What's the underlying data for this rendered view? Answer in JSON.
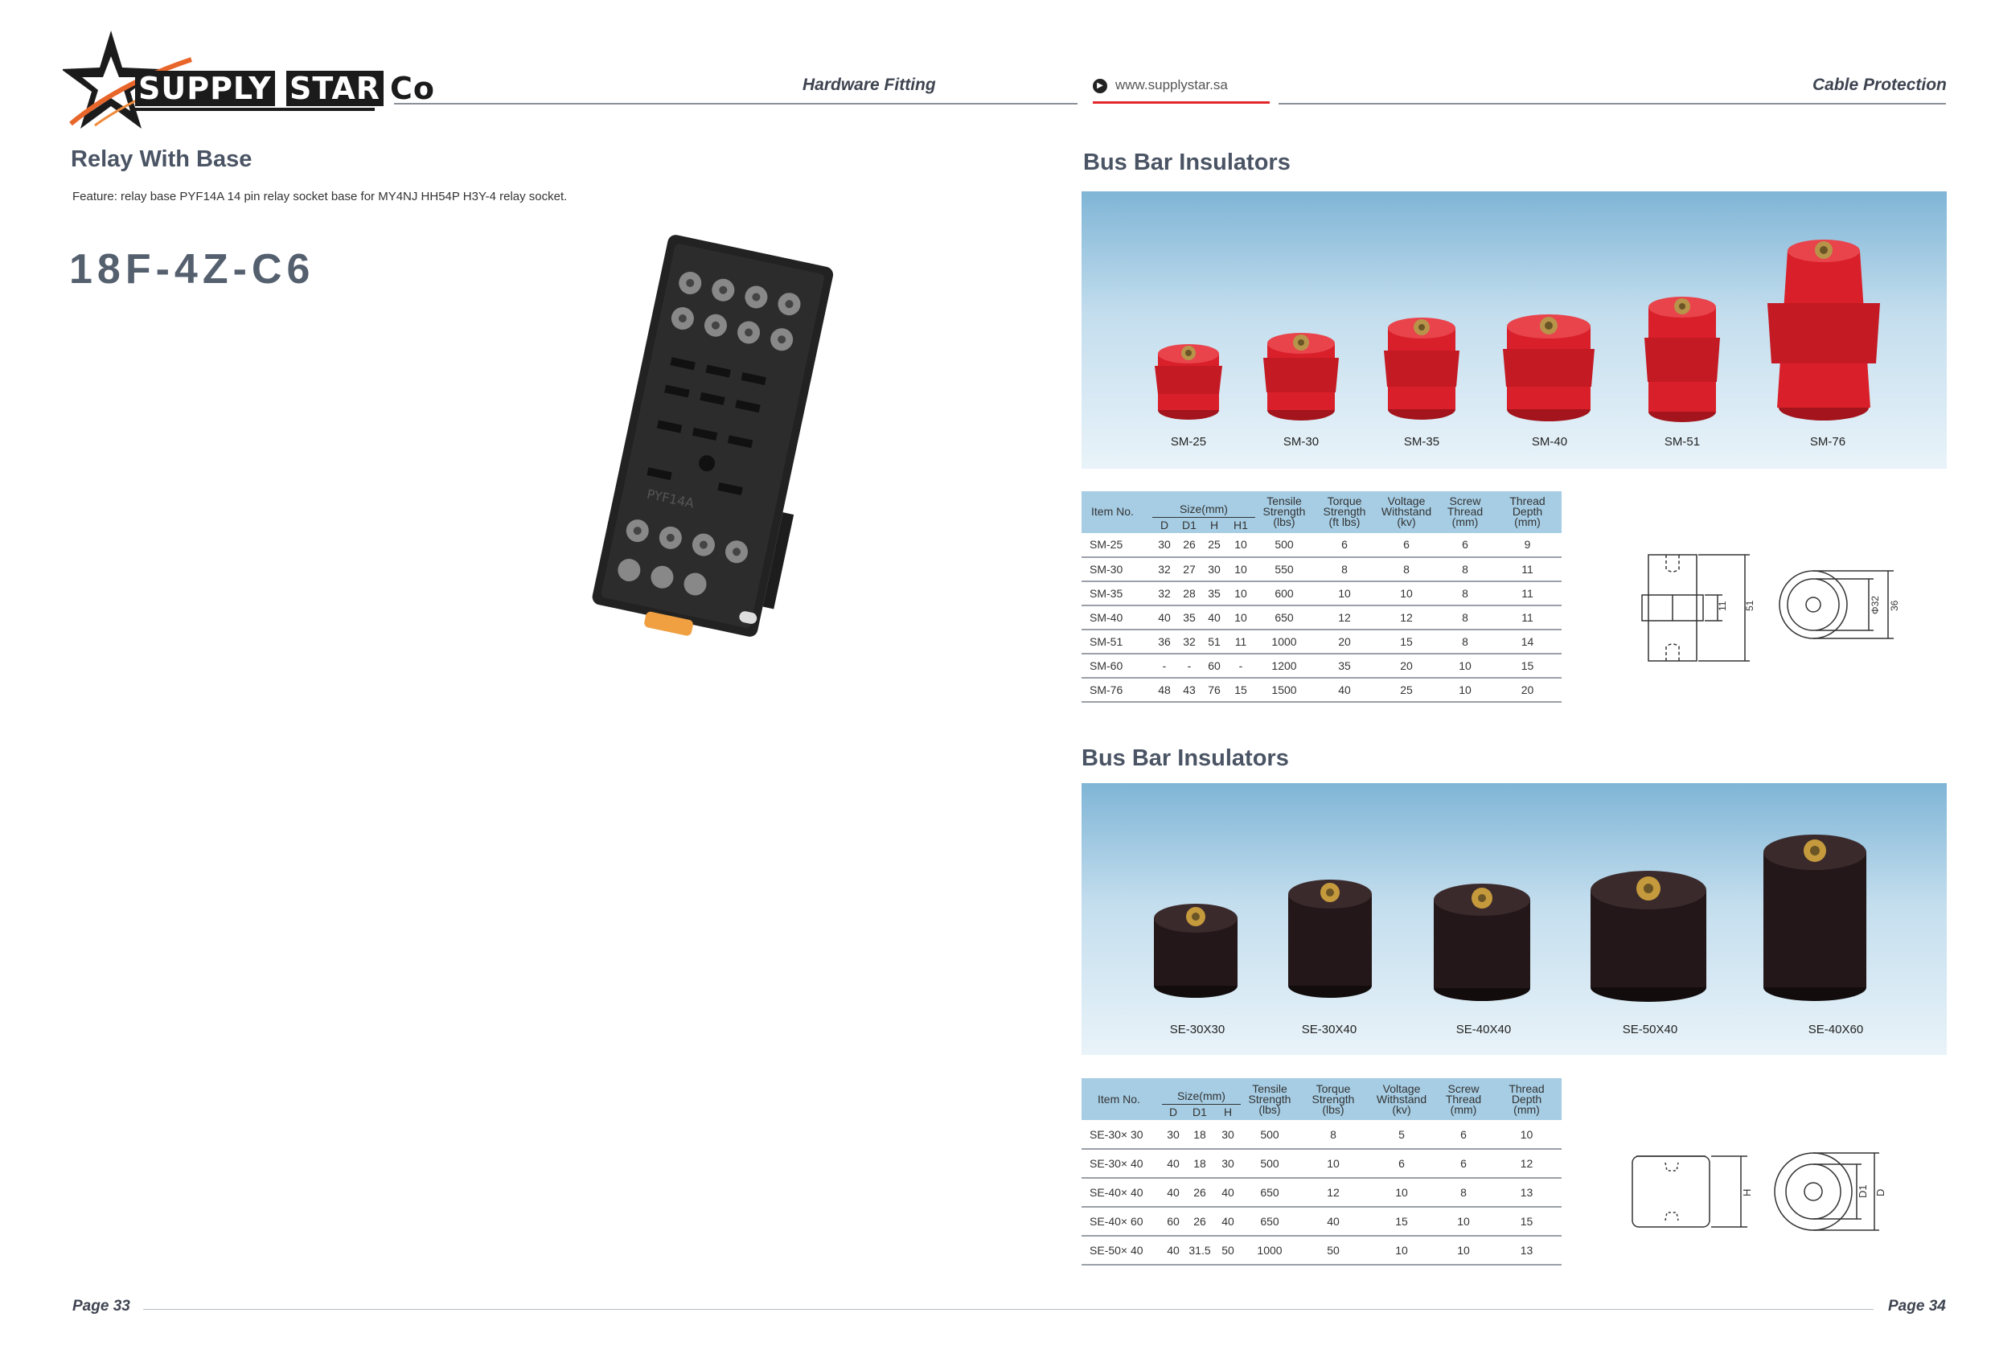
{
  "header": {
    "logo_text": "SUPPLY STAR Co",
    "logo_word1": "SUPPLY",
    "logo_word2": "STAR",
    "logo_word3": "Co",
    "left_label": "Hardware Fitting",
    "url": "www.supplystar.sa",
    "right_label": "Cable Protection"
  },
  "left_page": {
    "title": "Relay With Base",
    "feature": "Feature: relay base PYF14A 14 pin relay socket base for MY4NJ HH54P H3Y-4 relay socket.",
    "model": "18F-4Z-C6",
    "relay_marking": "PYF14A"
  },
  "section1": {
    "title": "Bus Bar Insulators",
    "products": [
      "SM-25",
      "SM-30",
      "SM-35",
      "SM-40",
      "SM-51",
      "SM-76"
    ],
    "headers": {
      "item": "Item No.",
      "size": "Size(mm)",
      "size_cols": [
        "D",
        "D1",
        "H",
        "H1"
      ],
      "tensile": [
        "Tensile",
        "Strength",
        "(lbs)"
      ],
      "torque": [
        "Torque",
        "Strength",
        "(ft lbs)"
      ],
      "voltage": [
        "Voltage",
        "Withstand",
        "(kv)"
      ],
      "screw": [
        "Screw",
        "Thread",
        "(mm)"
      ],
      "depth": [
        "Thread",
        "Depth",
        "(mm)"
      ]
    },
    "rows": [
      [
        "SM-25",
        "30",
        "26",
        "25",
        "10",
        "500",
        "6",
        "6",
        "6",
        "9"
      ],
      [
        "SM-30",
        "32",
        "27",
        "30",
        "10",
        "550",
        "8",
        "8",
        "8",
        "11"
      ],
      [
        "SM-35",
        "32",
        "28",
        "35",
        "10",
        "600",
        "10",
        "10",
        "8",
        "11"
      ],
      [
        "SM-40",
        "40",
        "35",
        "40",
        "10",
        "650",
        "12",
        "12",
        "8",
        "11"
      ],
      [
        "SM-51",
        "36",
        "32",
        "51",
        "11",
        "1000",
        "20",
        "15",
        "8",
        "14"
      ],
      [
        "SM-60",
        "-",
        "-",
        "60",
        "-",
        "1200",
        "35",
        "20",
        "10",
        "15"
      ],
      [
        "SM-76",
        "48",
        "43",
        "76",
        "15",
        "1500",
        "40",
        "25",
        "10",
        "20"
      ]
    ],
    "diagram": {
      "h1": "11",
      "h": "51",
      "d1": "Φ32",
      "d": "36"
    }
  },
  "section2": {
    "title": "Bus Bar Insulators",
    "products": [
      "SE-30X30",
      "SE-30X40",
      "SE-40X40",
      "SE-50X40",
      "SE-40X60"
    ],
    "headers": {
      "item": "Item No.",
      "size": "Size(mm)",
      "size_cols": [
        "D",
        "D1",
        "H"
      ],
      "tensile": [
        "Tensile",
        "Strength",
        "(lbs)"
      ],
      "torque": [
        "Torque",
        "Strength",
        "(lbs)"
      ],
      "voltage": [
        "Voltage",
        "Withstand",
        "(kv)"
      ],
      "screw": [
        "Screw",
        "Thread",
        "(mm)"
      ],
      "depth": [
        "Thread",
        "Depth",
        "(mm)"
      ]
    },
    "rows": [
      [
        "SE-30× 30",
        "30",
        "18",
        "30",
        "500",
        "8",
        "5",
        "6",
        "10"
      ],
      [
        "SE-30× 40",
        "40",
        "18",
        "30",
        "500",
        "10",
        "6",
        "6",
        "12"
      ],
      [
        "SE-40× 40",
        "40",
        "26",
        "40",
        "650",
        "12",
        "10",
        "8",
        "13"
      ],
      [
        "SE-40× 60",
        "60",
        "26",
        "40",
        "650",
        "40",
        "15",
        "10",
        "15"
      ],
      [
        "SE-50× 40",
        "40",
        "31.5",
        "50",
        "1000",
        "50",
        "10",
        "10",
        "13"
      ]
    ],
    "diagram": {
      "h": "H",
      "d1": "D1",
      "d": "D"
    }
  },
  "footer": {
    "left_page": "Page 33",
    "right_page": "Page 34"
  },
  "colors": {
    "header_blue": "#a6cde4",
    "accent_red": "#e0262b",
    "insulator_red": "#d9202a",
    "insulator_black": "#1e1416"
  }
}
